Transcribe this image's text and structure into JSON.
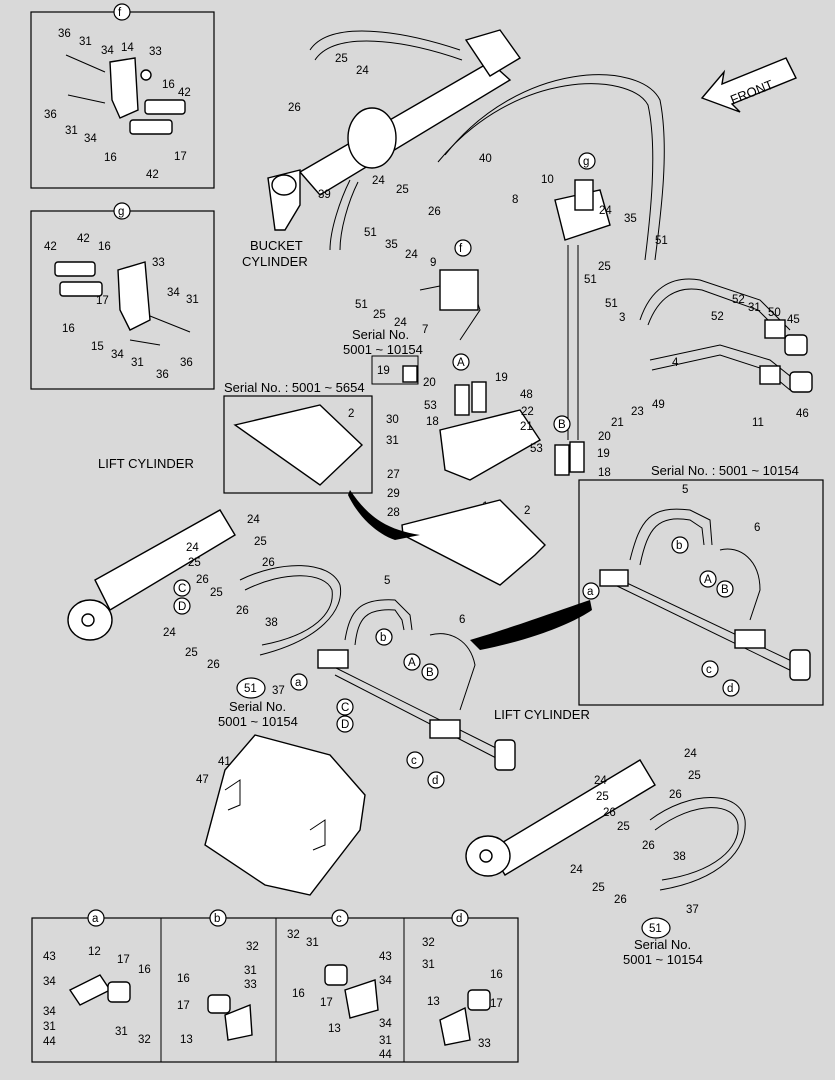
{
  "labels": {
    "bucket_cylinder_1": "BUCKET",
    "bucket_cylinder_2": "CYLINDER",
    "lift_cylinder_left": "LIFT CYLINDER",
    "lift_cylinder_right": "LIFT CYLINDER",
    "front": "FRONT",
    "serial_top_1": "Serial No.",
    "serial_top_2": "5001 ~ 10154",
    "serial_plate": "Serial No. : 5001 ~ 5654",
    "serial_right_box": "Serial No. : 5001 ~ 10154",
    "serial_left_1": "Serial No.",
    "serial_left_2": "5001 ~ 10154",
    "serial_right_1": "Serial No.",
    "serial_right_2": "5001 ~ 10154"
  },
  "detail_boxes": {
    "f": "f",
    "g": "g",
    "a": "a",
    "b": "b",
    "c": "c",
    "d": "d"
  },
  "callout_letters": {
    "A": "A",
    "B": "B",
    "C": "C",
    "D": "D",
    "a": "a",
    "b": "b",
    "c": "c",
    "d": "d"
  },
  "part_numbers": {
    "p1": "1",
    "p2": "2",
    "p3": "3",
    "p4": "4",
    "p5": "5",
    "p6": "6",
    "p7": "7",
    "p8": "8",
    "p9": "9",
    "p10": "10",
    "p11": "11",
    "p12": "12",
    "p13": "13",
    "p14": "14",
    "p15": "15",
    "p16": "16",
    "p17": "17",
    "p18": "18",
    "p19": "19",
    "p20": "20",
    "p21": "21",
    "p22": "22",
    "p23": "23",
    "p24": "24",
    "p25": "25",
    "p26": "26",
    "p27": "27",
    "p28": "28",
    "p29": "29",
    "p30": "30",
    "p31": "31",
    "p32": "32",
    "p33": "33",
    "p34": "34",
    "p35": "35",
    "p36": "36",
    "p37": "37",
    "p38": "38",
    "p39": "39",
    "p40": "40",
    "p41": "41",
    "p42": "42",
    "p43": "43",
    "p44": "44",
    "p45": "45",
    "p46": "46",
    "p47": "47",
    "p48": "48",
    "p49": "49",
    "p50": "50",
    "p51": "51",
    "p52": "52",
    "p53": "53"
  }
}
